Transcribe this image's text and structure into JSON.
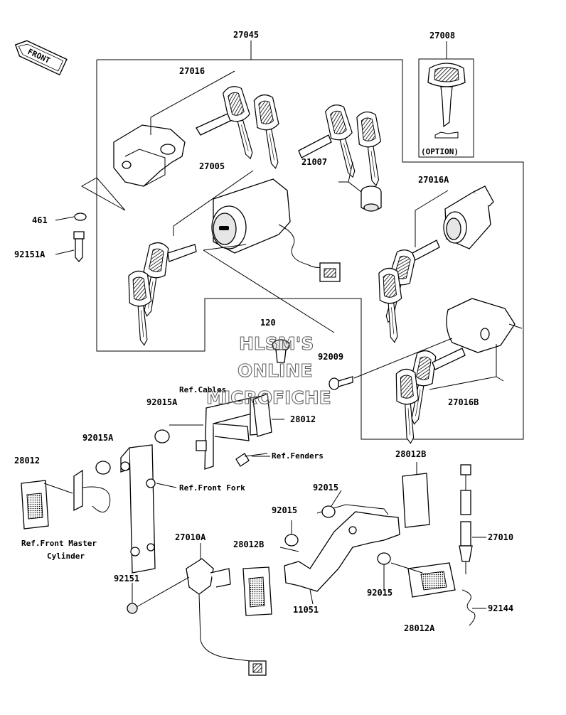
{
  "front_arrow": "FRONT",
  "labels": {
    "p27045": "27045",
    "p27008": "27008",
    "option": "(OPTION)",
    "p27016": "27016",
    "p27005": "27005",
    "p21007": "21007",
    "p27016A": "27016A",
    "p461": "461",
    "p92151A": "92151A",
    "p120": "120",
    "p92009": "92009",
    "p27016B": "27016B",
    "ref_cables": "Ref.Cables",
    "p92015A_1": "92015A",
    "p28012_1": "28012",
    "p92015A_2": "92015A",
    "p28012_2": "28012",
    "ref_fenders": "Ref.Fenders",
    "p28012B_1": "28012B",
    "ref_front_fork": "Ref.Front Fork",
    "p92015_1": "92015",
    "p92015_2": "92015",
    "ref_master_1": "Ref.Front Master",
    "ref_master_2": "Cylinder",
    "p27010A": "27010A",
    "p27010": "27010",
    "p28012B_2": "28012B",
    "p92151": "92151",
    "p92015_3": "92015",
    "p11051": "11051",
    "p92144": "92144",
    "p28012A": "28012A"
  },
  "watermark": {
    "line1": "HLSM'S",
    "line2": "ONLINE",
    "line3": "MICROFICHE"
  }
}
